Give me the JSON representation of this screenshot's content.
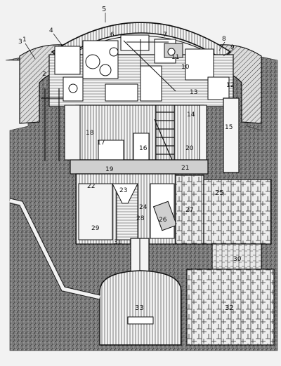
{
  "callouts": [
    "1",
    "2",
    "3",
    "4",
    "5",
    "6",
    "7",
    "8",
    "9",
    "10",
    "11",
    "12",
    "13",
    "14",
    "15",
    "16",
    "17",
    "18",
    "19",
    "20",
    "21",
    "22",
    "23",
    "24",
    "25",
    "26",
    "27",
    "28",
    "29",
    "30",
    "31",
    "32",
    "33"
  ],
  "colors": {
    "ink": "#161616",
    "soil": "#6e6e6e",
    "soil_light": "#9a9a9a",
    "concrete": "#e4e4e4",
    "paper": "#f3f3f3",
    "dome_hatch": "#cfcfcf"
  }
}
